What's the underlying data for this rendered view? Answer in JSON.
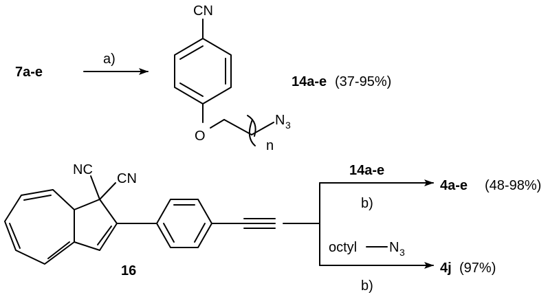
{
  "scheme": {
    "step1": {
      "start": "7a-e",
      "condition": "a)",
      "product_id": "14a-e",
      "product_yield": "(37-95%)",
      "nitrile": "CN",
      "ether_o": "O",
      "azide": "N",
      "azide_sub": "3",
      "repeat_n": "n"
    },
    "step2": {
      "start_id": "16",
      "nc_left": "NC",
      "cn_right": "CN",
      "branch_top": {
        "reagent": "14a-e",
        "condition": "b)",
        "product_id": "4a-e",
        "product_yield": "(48-98%)"
      },
      "branch_bottom": {
        "reagent_left": "octyl",
        "reagent_right": "N",
        "reagent_sub": "3",
        "condition": "b)",
        "product_id": "4j",
        "product_yield": "(97%)"
      }
    }
  }
}
